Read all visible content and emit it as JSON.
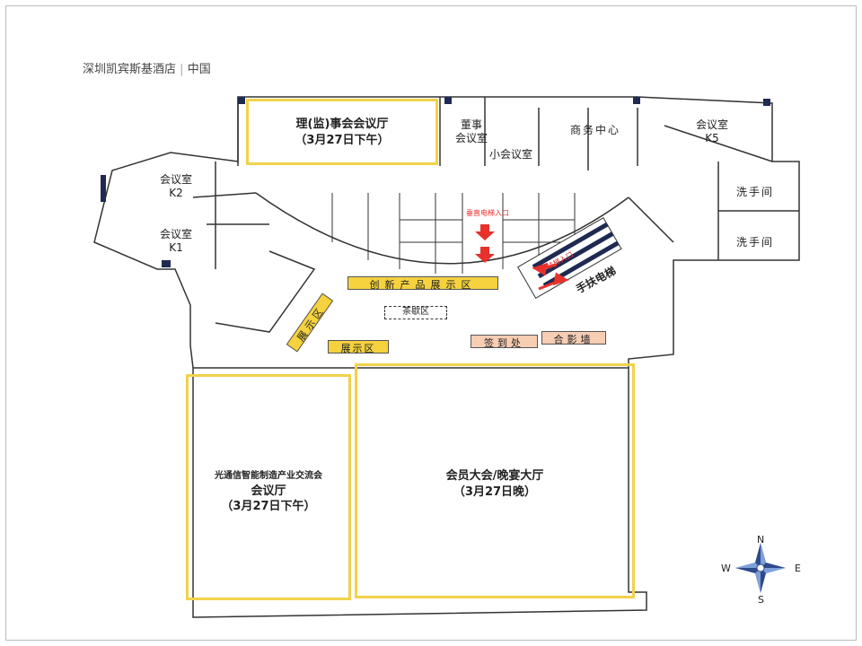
{
  "header": {
    "hotel": "深圳凯宾斯基酒店",
    "location": "中国"
  },
  "rooms": {
    "council_hall": {
      "name": "理(监)事会会议厅",
      "time": "（3月27日下午）"
    },
    "board_room": "董事\n会议室",
    "small_meeting": "小会议室",
    "business_center": "商务中心",
    "k5": {
      "name": "会议室",
      "code": "K5"
    },
    "k2": {
      "name": "会议室",
      "code": "K2"
    },
    "k1": {
      "name": "会议室",
      "code": "K1"
    },
    "restroom_1": "洗手间",
    "restroom_2": "洗手间",
    "optical_hall": {
      "event": "光通信智能制造产业交流会",
      "name": "会议厅",
      "time": "（3月27日下午）"
    },
    "main_hall": {
      "name": "会员大会/晚宴大厅",
      "time": "（3月27日晚）"
    }
  },
  "zones": {
    "innovation": "创新产品展示区",
    "tea_break": "茶歇区",
    "display_rotated": "展示区",
    "display": "展示区",
    "check_in": "签到处",
    "photo_wall": "合影墙"
  },
  "circulation": {
    "elevator_entry": "垂直电梯入口",
    "escalator_entry": "扶梯入口",
    "escalator": "手扶电梯"
  },
  "compass": {
    "n": "N",
    "s": "S",
    "e": "E",
    "w": "W"
  },
  "colors": {
    "highlight": "#f2d24b",
    "zone": "#f5d23e",
    "checkin": "#f7cdb4",
    "arrow": "#e8312b",
    "wall": "#1f2a52"
  }
}
